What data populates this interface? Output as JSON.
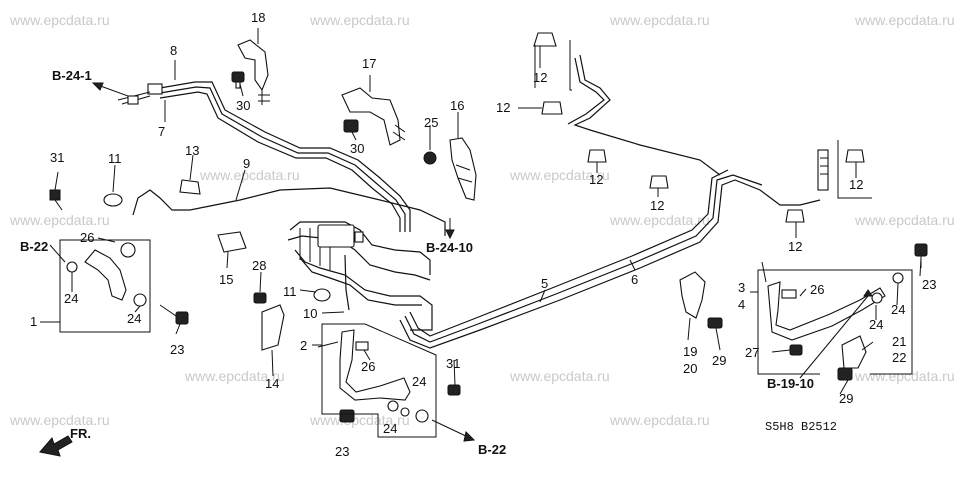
{
  "watermark": "www.epcdata.ru",
  "diagram_code": "S5H8   B2512",
  "front_marker": "FR.",
  "references": {
    "b24_1": "B-24-1",
    "b22_left": "B-22",
    "b24_10": "B-24-10",
    "b19_10": "B-19-10",
    "b22_bottom": "B-22"
  },
  "callouts": {
    "n18": "18",
    "n8": "8",
    "n30a": "30",
    "n7": "7",
    "n17": "17",
    "n30b": "30",
    "n25": "25",
    "n16": "16",
    "n12a": "12",
    "n12b": "12",
    "n12c": "12",
    "n12d": "12",
    "n12e": "12",
    "n12f": "12",
    "n31a": "31",
    "n11a": "11",
    "n13": "13",
    "n9": "9",
    "n26a": "26",
    "n24a": "24",
    "n24b": "24",
    "n1": "1",
    "n23a": "23",
    "n15": "15",
    "n28": "28",
    "n11b": "11",
    "n10": "10",
    "n14": "14",
    "n2": "2",
    "n26b": "26",
    "n24c": "24",
    "n24d": "24",
    "n23b": "23",
    "n31b": "31",
    "n5": "5",
    "n6": "6",
    "n19": "19",
    "n20": "20",
    "n29a": "29",
    "n3": "3",
    "n4": "4",
    "n26c": "26",
    "n24e": "24",
    "n24f": "24",
    "n23c": "23",
    "n27": "27",
    "n21": "21",
    "n22": "22",
    "n29b": "29"
  }
}
